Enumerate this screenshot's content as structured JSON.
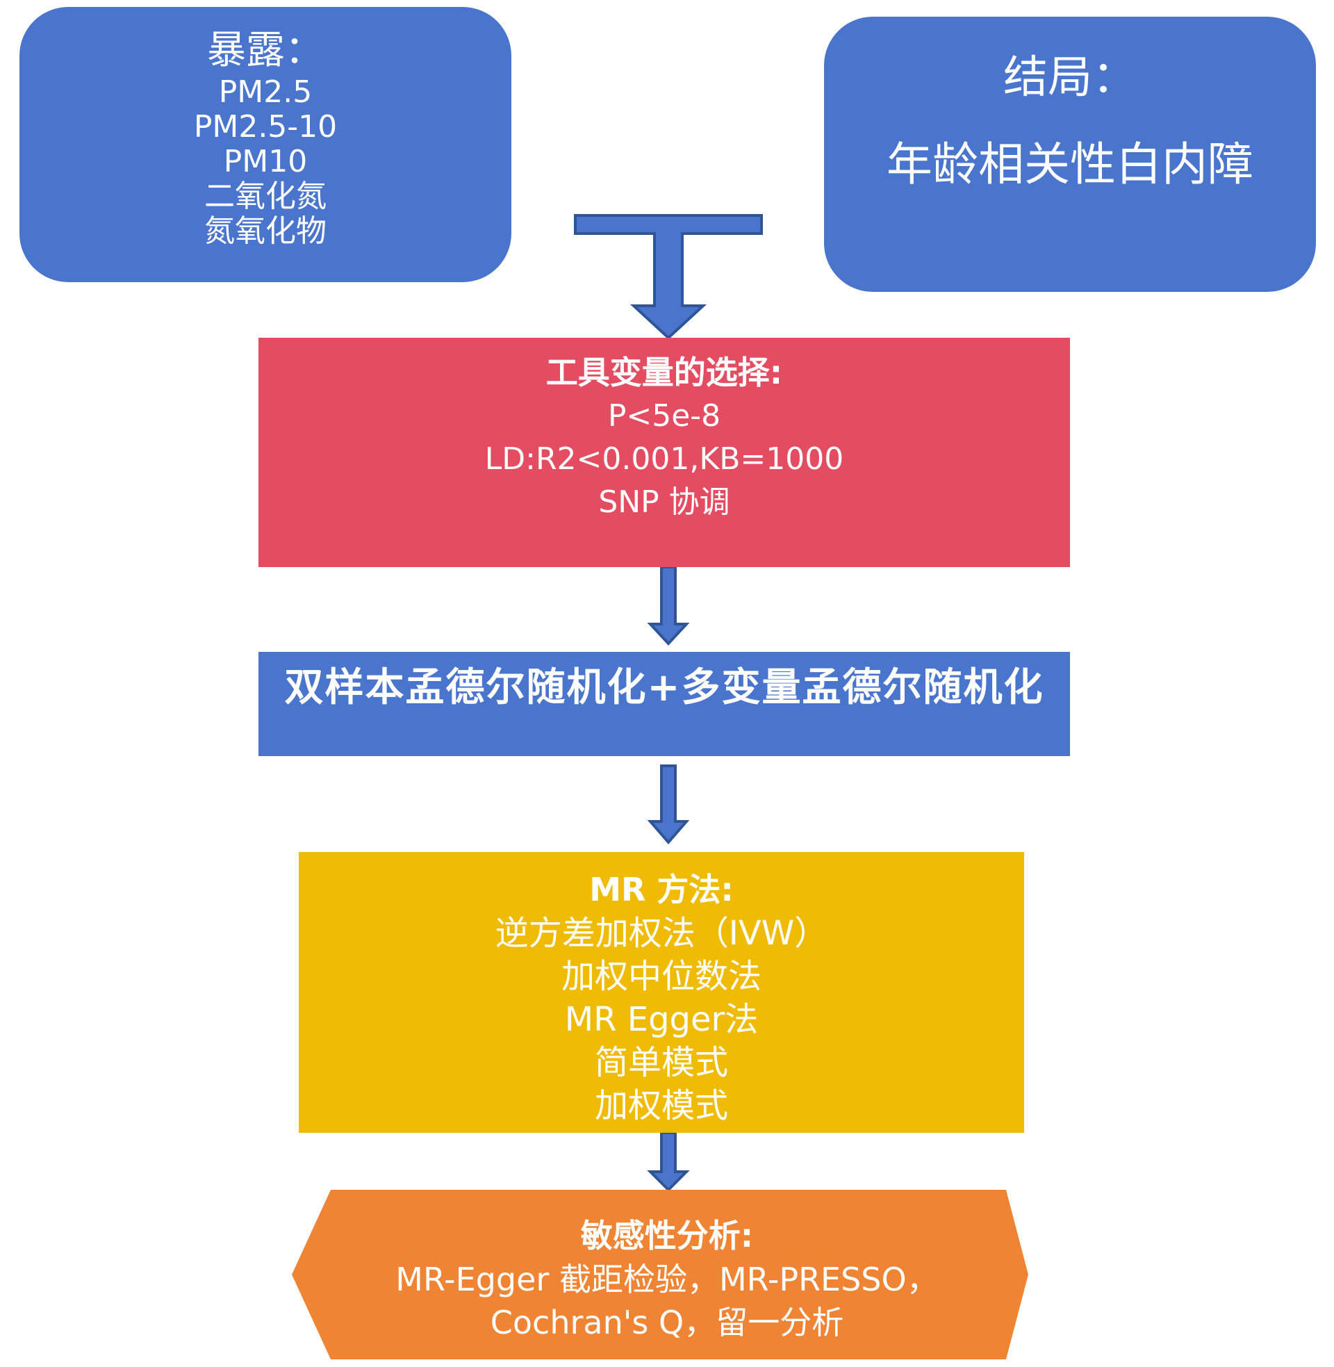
{
  "exposure": {
    "title": "暴露：",
    "items": [
      "PM2.5",
      "PM2.5-10",
      "PM10",
      "二氧化氮",
      "氮氧化物"
    ]
  },
  "outcome": {
    "title": "结局：",
    "subtitle": "年龄相关性白内障"
  },
  "instrument_selection": {
    "title": "工具变量的选择:",
    "lines": [
      "P<5e-8",
      "LD:R2<0.001,KB=1000",
      "SNP 协调"
    ]
  },
  "mr_design": {
    "title": "双样本孟德尔随机化+多变量孟德尔随机化"
  },
  "mr_methods": {
    "title": "MR 方法:",
    "lines": [
      "逆方差加权法（IVW）",
      "加权中位数法",
      "MR Egger法",
      "简单模式",
      "加权模式"
    ]
  },
  "sensitivity": {
    "title": "敏感性分析:",
    "lines": [
      "MR-Egger 截距检验，MR-PRESSO，",
      "Cochran's Q，留一分析"
    ]
  },
  "colors": {
    "blue": "#4a75cc",
    "red": "#e44c61",
    "yellow": "#f0bb05",
    "orange": "#ef8534",
    "arrow_fill": "#4a75cc",
    "arrow_stroke": "#2e5597"
  }
}
